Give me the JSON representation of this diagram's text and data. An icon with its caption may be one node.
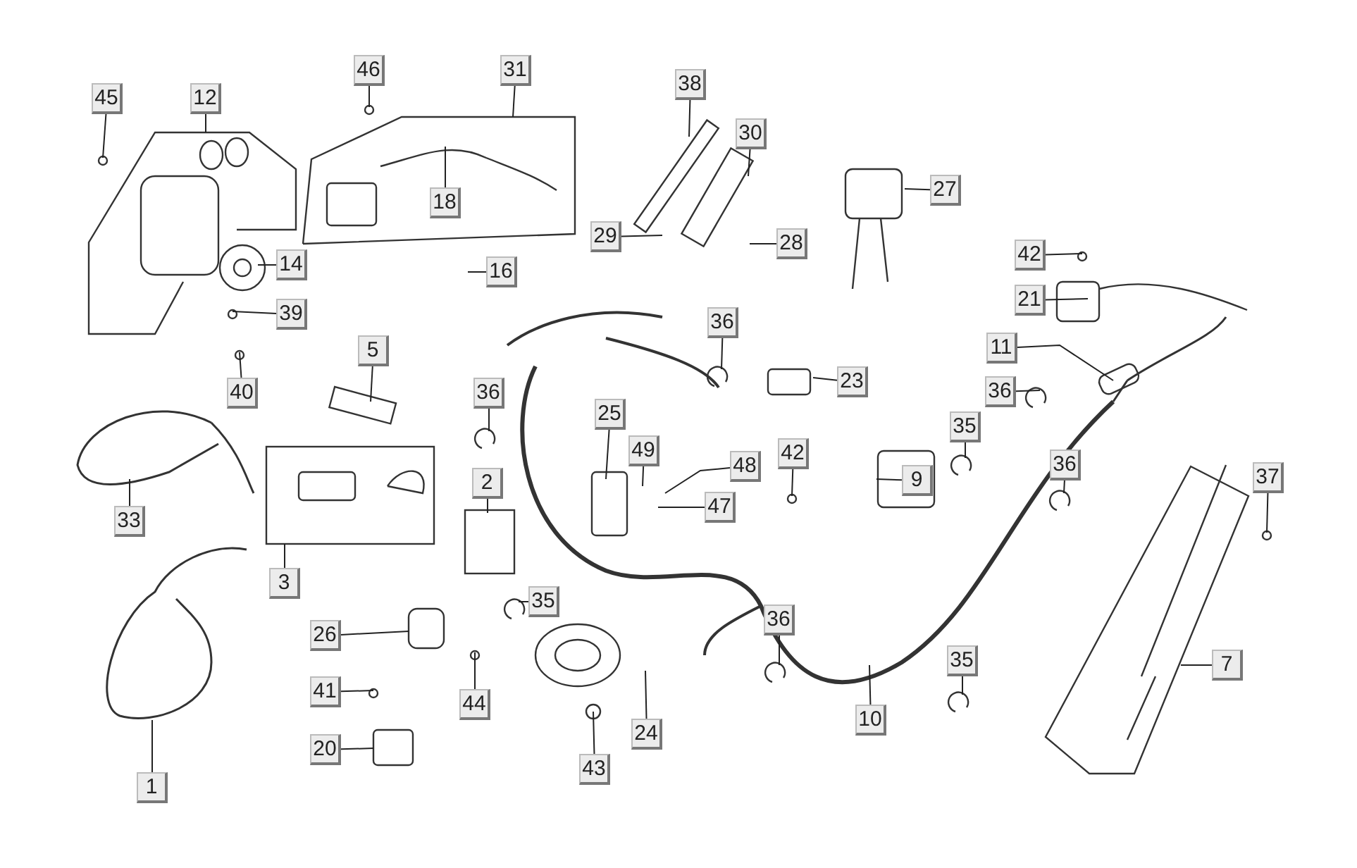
{
  "diagram": {
    "nodes": [
      {
        "text": [
          "46"
        ]
      },
      {
        "text": [
          "31"
        ]
      },
      {
        "text": [
          "38"
        ]
      },
      {
        "text": [
          "45"
        ]
      },
      {
        "text": [
          "12"
        ]
      },
      {
        "text": [
          "30"
        ]
      },
      {
        "text": [
          "27"
        ]
      },
      {
        "text": [
          "18"
        ]
      },
      {
        "text": [
          "29"
        ]
      },
      {
        "text": [
          "28"
        ]
      },
      {
        "text": [
          "42"
        ]
      },
      {
        "text": [
          "14"
        ]
      },
      {
        "text": [
          "16"
        ]
      },
      {
        "text": [
          "21"
        ]
      },
      {
        "text": [
          "39"
        ]
      },
      {
        "text": [
          "36"
        ]
      },
      {
        "text": [
          "11"
        ]
      },
      {
        "text": [
          "5"
        ]
      },
      {
        "text": [
          "23"
        ]
      },
      {
        "text": [
          "36"
        ]
      },
      {
        "text": [
          "40"
        ]
      },
      {
        "text": [
          "36"
        ]
      },
      {
        "text": [
          "25"
        ]
      },
      {
        "text": [
          "35"
        ]
      },
      {
        "text": [
          "49"
        ]
      },
      {
        "text": [
          "42"
        ]
      },
      {
        "text": [
          "36"
        ]
      },
      {
        "text": [
          "48"
        ]
      },
      {
        "text": [
          "9"
        ]
      },
      {
        "text": [
          "37"
        ]
      },
      {
        "text": [
          "2"
        ]
      },
      {
        "text": [
          "47"
        ]
      },
      {
        "text": [
          "33"
        ]
      },
      {
        "text": [
          "3"
        ]
      },
      {
        "text": [
          "35"
        ]
      },
      {
        "text": [
          "36"
        ]
      },
      {
        "text": [
          "26"
        ]
      },
      {
        "text": [
          "35"
        ]
      },
      {
        "text": [
          "7"
        ]
      },
      {
        "text": [
          "41"
        ]
      },
      {
        "text": [
          "44"
        ]
      },
      {
        "text": [
          "10"
        ]
      },
      {
        "text": [
          "24"
        ]
      },
      {
        "text": [
          "20"
        ]
      },
      {
        "text": [
          "43"
        ]
      },
      {
        "text": [
          "1"
        ]
      }
    ],
    "edges": [
      {
        "from": 0,
        "to": null,
        "arrow": "none"
      },
      {
        "from": 1,
        "to": null,
        "arrow": "none"
      },
      {
        "from": 2,
        "to": null,
        "arrow": "none"
      },
      {
        "from": 3,
        "to": null,
        "arrow": "none"
      },
      {
        "from": 4,
        "to": null,
        "arrow": "none"
      },
      {
        "from": 5,
        "to": null,
        "arrow": "none"
      },
      {
        "from": 6,
        "to": null,
        "arrow": "none"
      },
      {
        "from": 7,
        "to": null,
        "arrow": "none"
      },
      {
        "from": 8,
        "to": null,
        "arrow": "none"
      },
      {
        "from": 9,
        "to": null,
        "arrow": "none"
      },
      {
        "from": 10,
        "to": null,
        "arrow": "none"
      },
      {
        "from": 11,
        "to": null,
        "arrow": "none"
      },
      {
        "from": 12,
        "to": null,
        "arrow": "none"
      },
      {
        "from": 13,
        "to": null,
        "arrow": "none"
      },
      {
        "from": 14,
        "to": null,
        "arrow": "none"
      },
      {
        "from": 15,
        "to": null,
        "arrow": "none"
      },
      {
        "from": 16,
        "to": null,
        "arrow": "none"
      },
      {
        "from": 17,
        "to": null,
        "arrow": "none"
      },
      {
        "from": 18,
        "to": null,
        "arrow": "none"
      },
      {
        "from": 19,
        "to": null,
        "arrow": "none"
      },
      {
        "from": 20,
        "to": null,
        "arrow": "none"
      },
      {
        "from": 21,
        "to": null,
        "arrow": "none"
      },
      {
        "from": 22,
        "to": null,
        "arrow": "none"
      },
      {
        "from": 23,
        "to": null,
        "arrow": "none"
      },
      {
        "from": 24,
        "to": null,
        "arrow": "none"
      },
      {
        "from": 25,
        "to": null,
        "arrow": "none"
      },
      {
        "from": 26,
        "to": null,
        "arrow": "none"
      },
      {
        "from": 27,
        "to": null,
        "arrow": "none"
      },
      {
        "from": 28,
        "to": null,
        "arrow": "none"
      },
      {
        "from": 29,
        "to": null,
        "arrow": "none"
      },
      {
        "from": 30,
        "to": null,
        "arrow": "none"
      },
      {
        "from": 31,
        "to": null,
        "arrow": "none"
      },
      {
        "from": 32,
        "to": null,
        "arrow": "none"
      },
      {
        "from": 33,
        "to": null,
        "arrow": "none"
      },
      {
        "from": 34,
        "to": null,
        "arrow": "none"
      },
      {
        "from": 35,
        "to": null,
        "arrow": "none"
      },
      {
        "from": 36,
        "to": null,
        "arrow": "none"
      },
      {
        "from": 37,
        "to": null,
        "arrow": "none"
      },
      {
        "from": 38,
        "to": null,
        "arrow": "none"
      },
      {
        "from": 39,
        "to": null,
        "arrow": "none"
      },
      {
        "from": 40,
        "to": null,
        "arrow": "none"
      },
      {
        "from": 41,
        "to": null,
        "arrow": "none"
      },
      {
        "from": 42,
        "to": null,
        "arrow": "none"
      },
      {
        "from": 43,
        "to": null,
        "arrow": "none"
      },
      {
        "from": 44,
        "to": null,
        "arrow": "none"
      },
      {
        "from": 45,
        "to": null,
        "arrow": "none"
      }
    ]
  }
}
